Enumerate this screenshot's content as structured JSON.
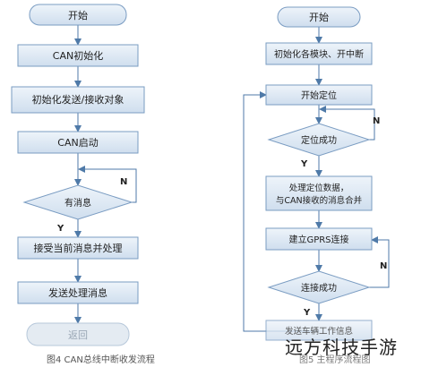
{
  "left_flowchart": {
    "start": "开始",
    "step1": "CAN初始化",
    "step2": "初始化发送/接收对象",
    "step3": "CAN启动",
    "decision": "有消息",
    "yes": "Y",
    "no": "N",
    "step4": "接受当前消息并处理",
    "step5": "发送处理消息",
    "end": "返回",
    "caption": "图4 CAN总线中断收发流程"
  },
  "right_flowchart": {
    "start": "开始",
    "step1": "初始化各模块、开中断",
    "step2": "开始定位",
    "decision1": "定位成功",
    "no1": "N",
    "yes1": "Y",
    "step3_line1": "处理定位数据，",
    "step3_line2": "与CAN接收的消息合并",
    "step4": "建立GPRS连接",
    "decision2": "连接成功",
    "no2": "N",
    "yes2": "Y",
    "step5": "发送车辆工作信息",
    "caption": "图5 主程序流程图"
  },
  "watermark": "远方科技手游",
  "colors": {
    "box_fill": "#dde8f3",
    "box_stroke": "#7a9cc2",
    "line": "#4f7aa8"
  }
}
